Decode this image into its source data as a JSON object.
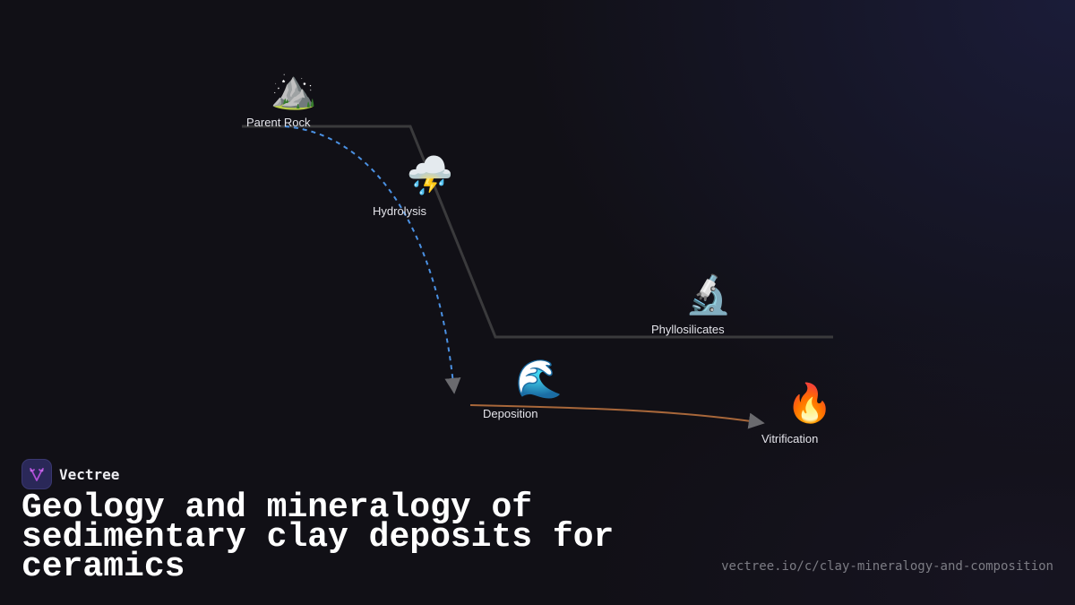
{
  "brand": {
    "name": "Vectree",
    "logo_icon": "vectree-fork-icon",
    "logo_bg": "#2a2858",
    "logo_accent": "#b04fd6"
  },
  "title": "Geology and mineralogy of sedimentary clay deposits for ceramics",
  "url": "vectree.io/c/clay-mineralogy-and-composition",
  "colors": {
    "background": "#111016",
    "step_line": "#3a3a3c",
    "dashed_arrow": "#4a90e2",
    "solid_arrow": "#a8673a",
    "arrowhead": "#6a6a6e",
    "label": "#e4e4ea"
  },
  "diagram": {
    "nodes": [
      {
        "id": "parent-rock",
        "label": "Parent Rock",
        "icon": "mountain-icon",
        "glyph": "⛰️"
      },
      {
        "id": "hydrolysis",
        "label": "Hydrolysis",
        "icon": "thunder-cloud-rain-icon",
        "glyph": "⛈️"
      },
      {
        "id": "phyllosilicates",
        "label": "Phyllosilicates",
        "icon": "microscope-icon",
        "glyph": "🔬"
      },
      {
        "id": "deposition",
        "label": "Deposition",
        "icon": "water-wave-icon",
        "glyph": "🌊"
      },
      {
        "id": "vitrification",
        "label": "Vitrification",
        "icon": "fire-icon",
        "glyph": "🔥"
      }
    ],
    "edges": [
      {
        "from": "parent-rock",
        "to": "phyllosilicates",
        "style": "step-line"
      },
      {
        "from": "parent-rock",
        "to": "deposition",
        "style": "dashed-arrow"
      },
      {
        "from": "deposition",
        "to": "vitrification",
        "style": "solid-arrow"
      }
    ]
  }
}
